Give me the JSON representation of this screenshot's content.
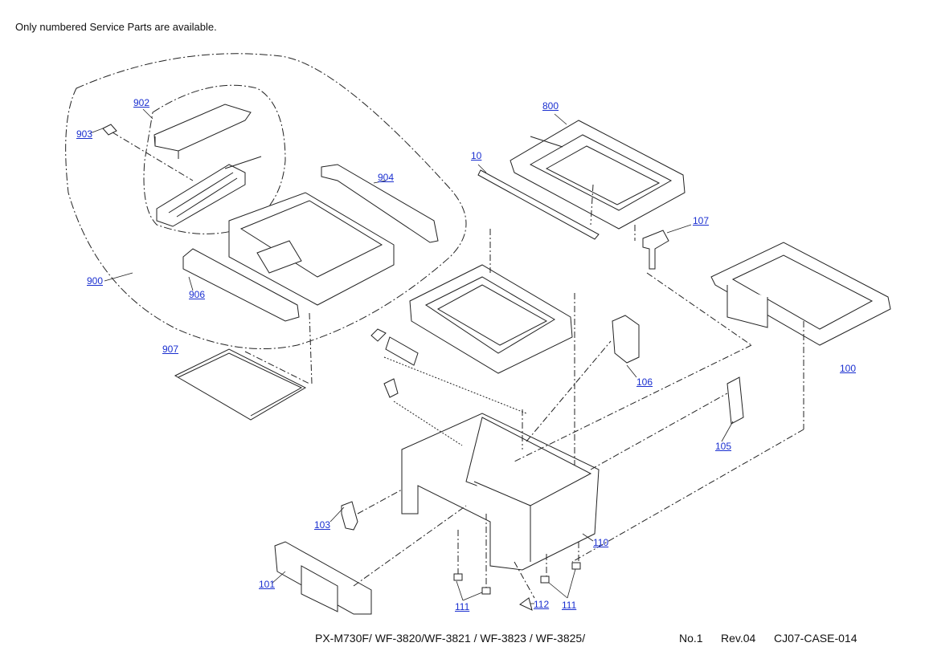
{
  "note": "Only numbered Service Parts are available.",
  "footer": {
    "models": "PX-M730F/ WF-3820/WF-3821 / WF-3823 / WF-3825/",
    "number": "No.1",
    "revision": "Rev.04",
    "code": "CJ07-CASE-014"
  },
  "colors": {
    "link": "#1a2fd0",
    "line": "#222222"
  },
  "parts": {
    "p10": "10",
    "p100": "100",
    "p101": "101",
    "p103": "103",
    "p105": "105",
    "p106": "106",
    "p107": "107",
    "p110": "110",
    "p111a": "111",
    "p111b": "111",
    "p112": "112",
    "p800": "800",
    "p900": "900",
    "p902": "902",
    "p903": "903",
    "p904": "904",
    "p906": "906",
    "p907": "907"
  }
}
